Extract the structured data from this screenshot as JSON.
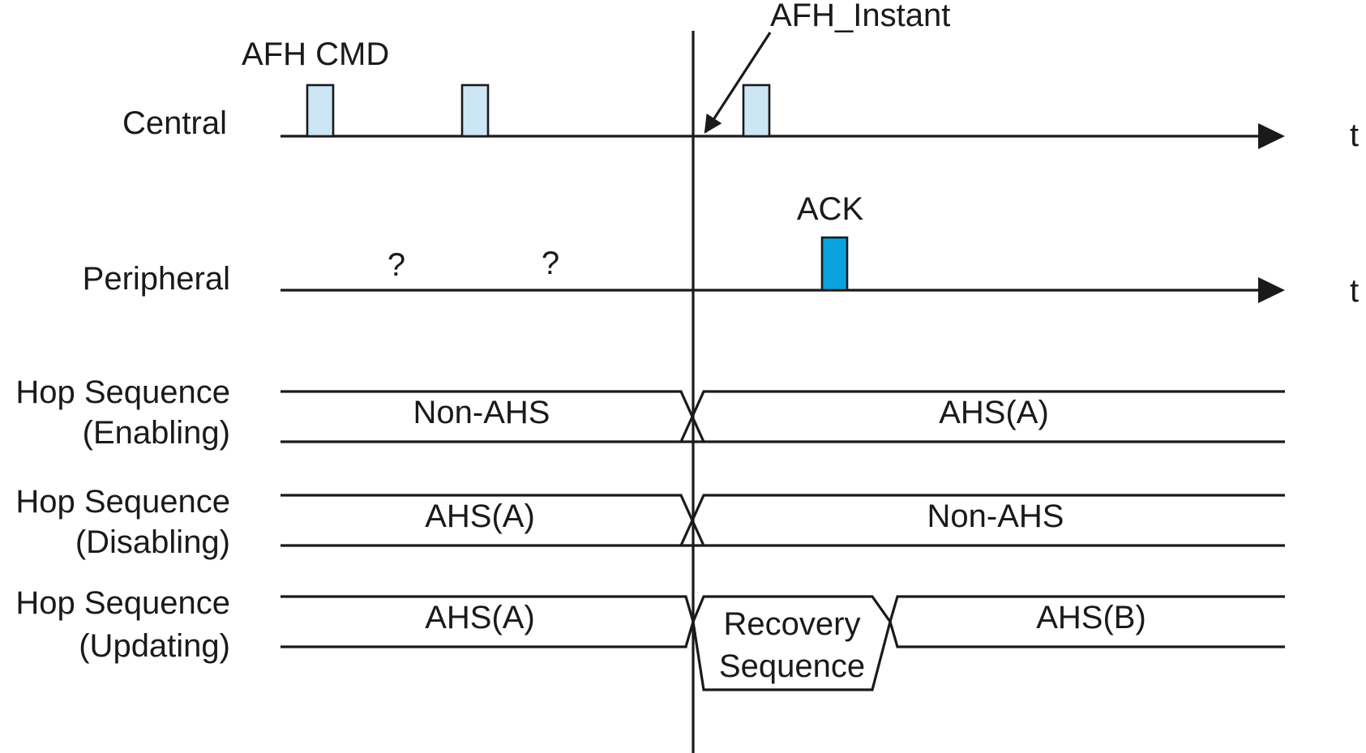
{
  "rows": {
    "central": "Central",
    "peripheral": "Peripheral",
    "time_symbol": "t"
  },
  "annotations": {
    "afh_cmd": "AFH CMD",
    "afh_instant": "AFH_Instant",
    "ack": "ACK",
    "unknown_1": "?",
    "unknown_2": "?"
  },
  "hop_sequences": {
    "enabling": {
      "label_line1": "Hop Sequence",
      "label_line2": "(Enabling)",
      "before": "Non-AHS",
      "after": "AHS(A)"
    },
    "disabling": {
      "label_line1": "Hop Sequence",
      "label_line2": "(Disabling)",
      "before": "AHS(A)",
      "after": "Non-AHS"
    },
    "updating": {
      "label_line1": "Hop Sequence",
      "label_line2": "(Updating)",
      "before": "AHS(A)",
      "middle_line1": "Recovery",
      "middle_line2": "Sequence",
      "after": "AHS(B)"
    }
  },
  "colors": {
    "central_packet": "#cce6f6",
    "ack_packet": "#0aa3e0",
    "line": "#1a1a1a"
  }
}
